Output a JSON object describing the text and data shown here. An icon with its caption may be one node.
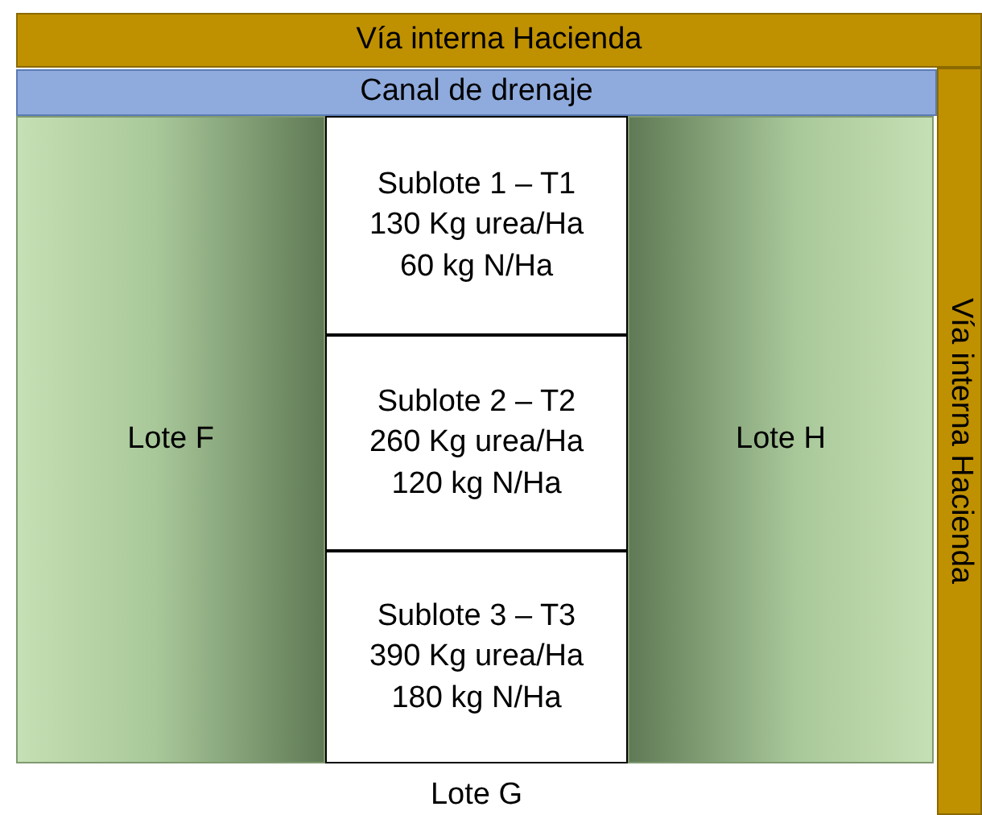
{
  "diagram": {
    "nodes": [
      {
        "text": [
          "Vía interna Hacienda"
        ]
      },
      {
        "text": [
          "Canal de drenaje"
        ]
      },
      {
        "text": [
          "Vía interna Hacienda"
        ]
      },
      {
        "text": [
          "Lote F"
        ]
      },
      {
        "text": [
          "Sublote 1 – T1",
          "130 Kg urea/Ha",
          "60 kg N/Ha"
        ]
      },
      {
        "text": [
          "Sublote 2 – T2",
          "260 Kg urea/Ha",
          "120 kg N/Ha"
        ]
      },
      {
        "text": [
          "Sublote 3 – T3",
          "390 Kg urea/Ha",
          "180 kg N/Ha"
        ]
      },
      {
        "text": [
          "Lote H"
        ]
      }
    ],
    "labels": [
      "Lote G"
    ]
  }
}
